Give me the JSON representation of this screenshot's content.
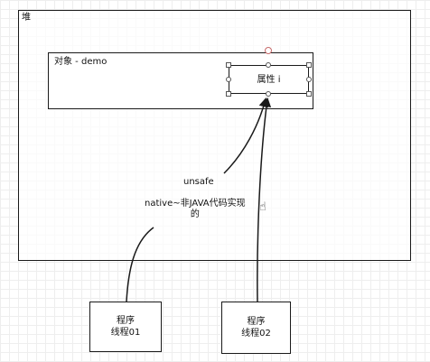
{
  "heap": {
    "label": "堆"
  },
  "object": {
    "label": "对象 - demo"
  },
  "attribute": {
    "label": "属性 i"
  },
  "edges": {
    "unsafe": "unsafe",
    "native": "native~非JAVA代码实现\n的"
  },
  "threads": [
    {
      "label": "程序\n线程01"
    },
    {
      "label": "程序\n线程02"
    }
  ],
  "cursor_icon": "hand-pointer",
  "colors": {
    "stroke": "#1a1a1a",
    "grid": "#eeeeee",
    "rotate_handle": "#c76a6a"
  }
}
